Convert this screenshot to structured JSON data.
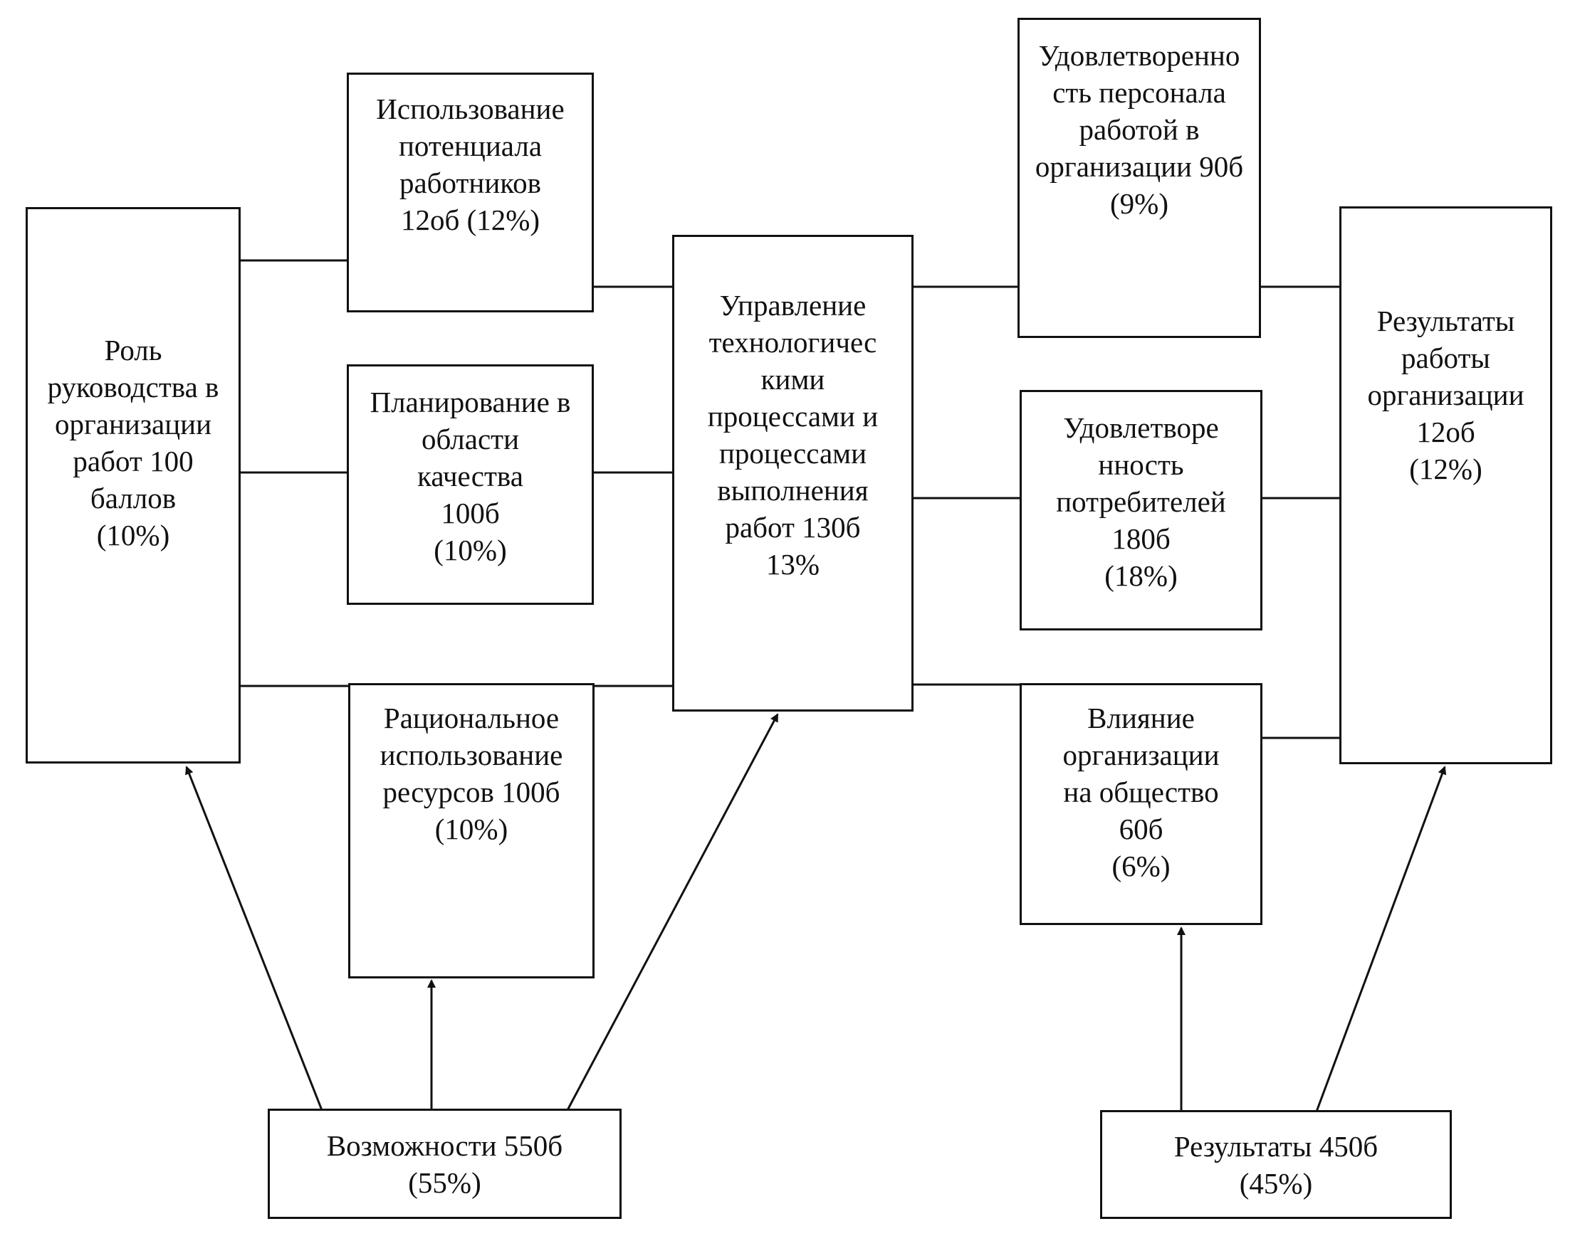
{
  "nodes": {
    "leadership": {
      "lines": [
        "Роль",
        "руководства в",
        "организации",
        "работ 100",
        "баллов",
        "(10%)"
      ]
    },
    "potential": {
      "lines": [
        "Использование",
        "потенциала",
        "работников",
        "12об (12%)"
      ]
    },
    "planning": {
      "lines": [
        "Планирование в",
        "области",
        "качества",
        "100б",
        "(10%)"
      ]
    },
    "resources": {
      "lines": [
        "Рациональное",
        "использование",
        "ресурсов 100б",
        "(10%)"
      ]
    },
    "processes": {
      "lines": [
        "Управление",
        "технологичес",
        "кими",
        "процессами и",
        "процессами",
        "выполнения",
        "работ 130б",
        "13%"
      ]
    },
    "staff_satisfaction": {
      "lines": [
        "Удовлетворенно",
        "сть персонала",
        "работой в",
        "организации 90б",
        "(9%)"
      ]
    },
    "customer_satisfaction": {
      "lines": [
        "Удовлетворе",
        "нность",
        "потребителей",
        "180б",
        "(18%)"
      ]
    },
    "society": {
      "lines": [
        "Влияние",
        "организации",
        "на общество",
        "60б",
        "(6%)"
      ]
    },
    "business_results": {
      "lines": [
        "Результаты",
        "работы",
        "организации",
        "12об",
        "(12%)"
      ]
    },
    "enablers": {
      "lines": [
        "Возможности 550б",
        "(55%)"
      ]
    },
    "results": {
      "lines": [
        "Результаты 450б",
        "(45%)"
      ]
    }
  },
  "colors": {
    "stroke": "#111111",
    "background": "#ffffff"
  }
}
